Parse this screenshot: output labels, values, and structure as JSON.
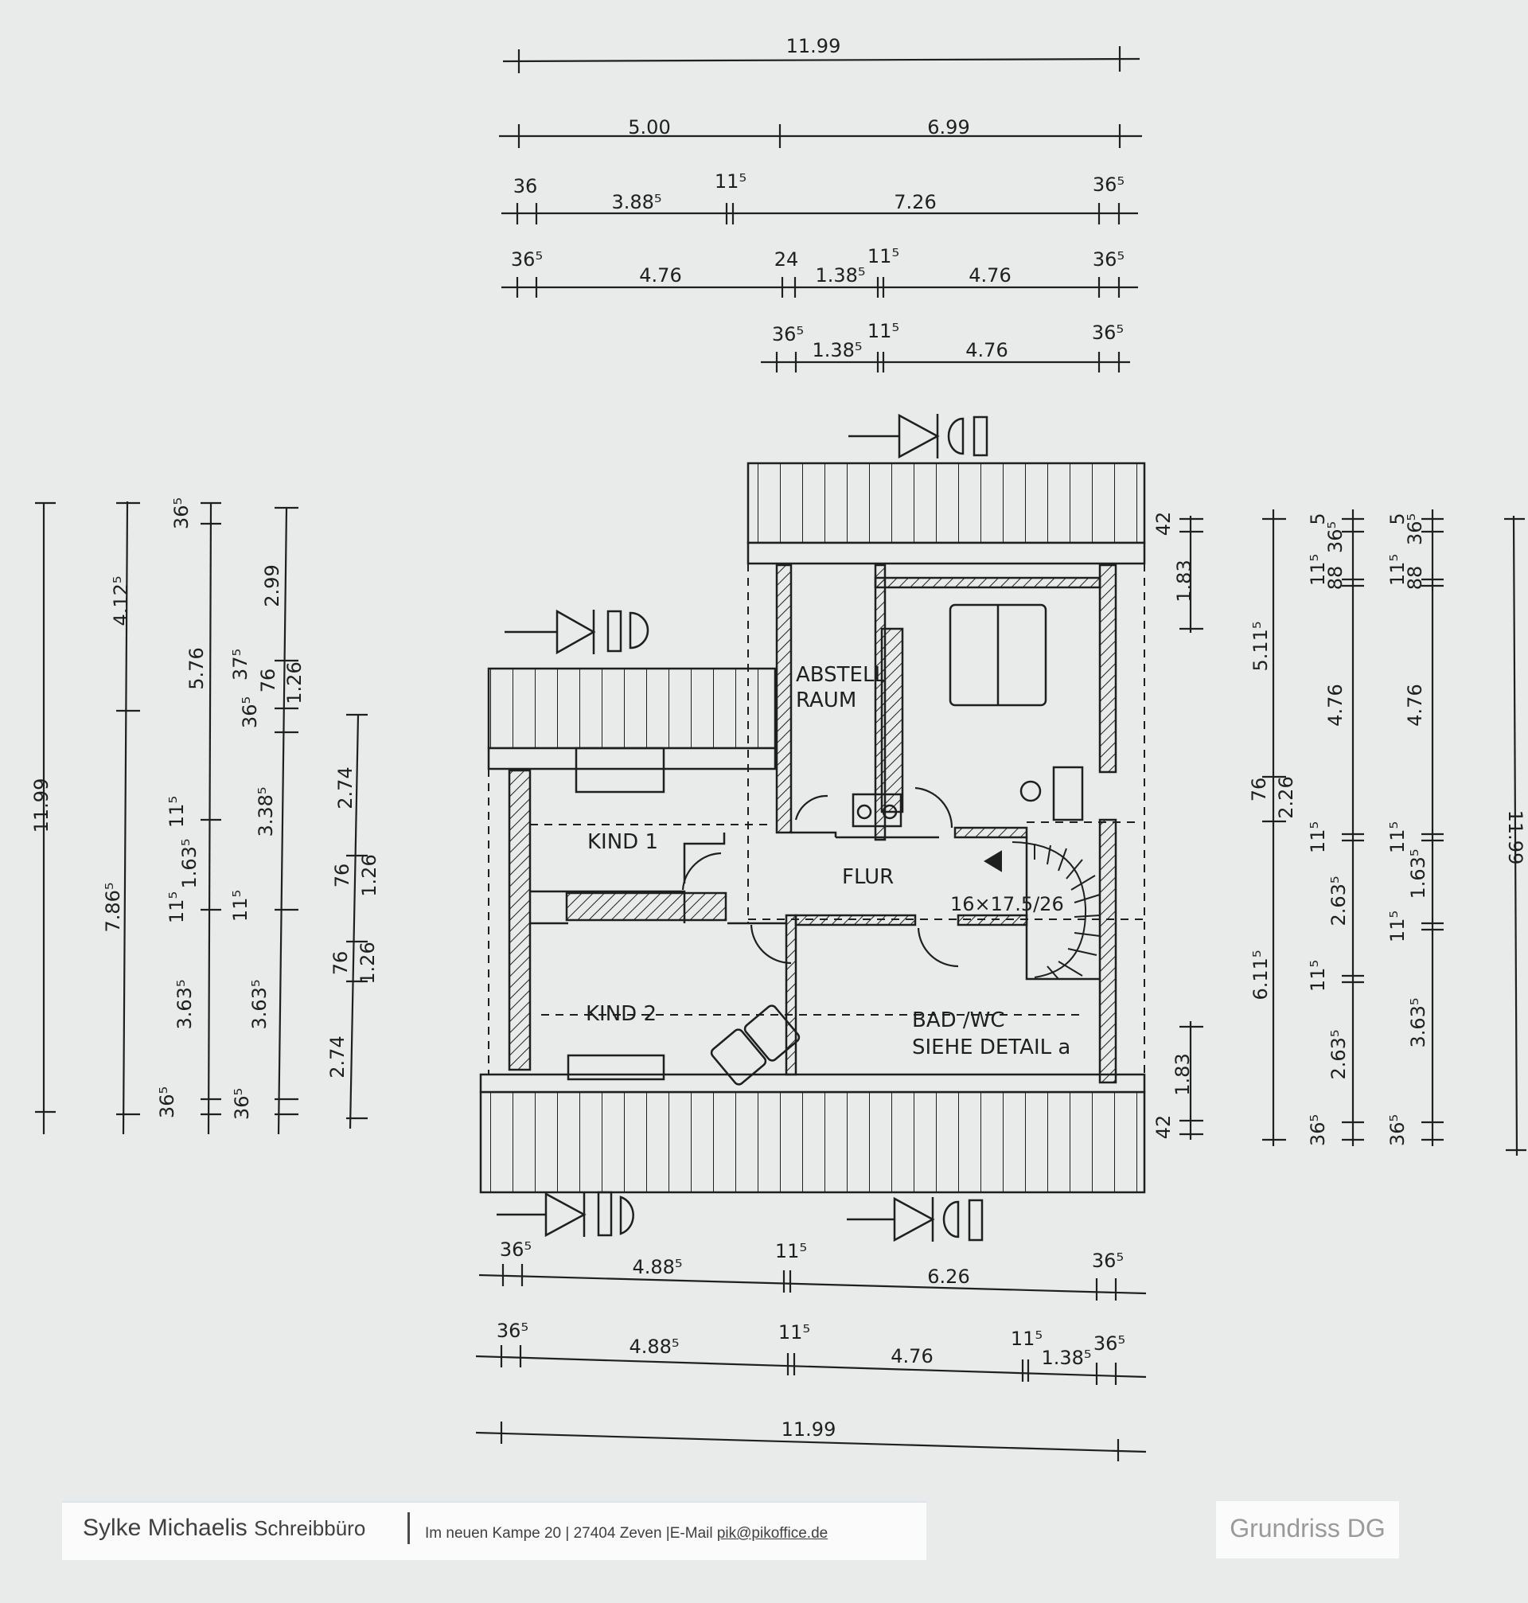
{
  "plan": {
    "rooms": {
      "abstellraum_line1": "ABSTELL",
      "abstellraum_line2": "RAUM",
      "kind1": "KIND 1",
      "flur": "FLUR",
      "stair": "16×17.5/26",
      "kind2": "KIND 2",
      "bad_line1": "BAD /WC",
      "bad_line2": "SIEHE DETAIL a"
    },
    "top_dims": {
      "row1": [
        "11.99"
      ],
      "row2": [
        "5.00",
        "6.99"
      ],
      "row3": [
        "36",
        "3.88⁵",
        "11⁵",
        "7.26",
        "36⁵"
      ],
      "row4": [
        "36⁵",
        "4.76",
        "24",
        "1.38⁵",
        "11⁵",
        "4.76",
        "36⁵"
      ],
      "row5": [
        "36⁵",
        "1.38⁵",
        "11⁵",
        "4.76",
        "36⁵"
      ]
    },
    "bottom_dims": {
      "row1": [
        "36⁵",
        "4.88⁵",
        "11⁵",
        "6.26",
        "36⁵"
      ],
      "row2": [
        "36⁵",
        "4.88⁵",
        "11⁵",
        "4.76",
        "11⁵",
        "1.38⁵",
        "36⁵"
      ],
      "row3": [
        "11.99"
      ]
    },
    "left_dims": {
      "col1": [
        "11.99"
      ],
      "col2": [
        "4.12⁵",
        "7.86⁵"
      ],
      "col3": [
        "36⁵",
        "5.76",
        "11⁵",
        "1.63⁵",
        "11⁵",
        "3.63⁵",
        "36⁵"
      ],
      "col4": [
        "2.99",
        "36⁵",
        "37⁵",
        "76",
        "1.26",
        "3.38⁵",
        "11⁵",
        "3.63⁵",
        "36⁵"
      ],
      "col5": [
        "2.74",
        "76",
        "1.26",
        "76",
        "1.26",
        "2.74"
      ]
    },
    "right_dims": {
      "col1": [
        "42",
        "1.83",
        "1.83",
        "42"
      ],
      "col2": [
        "5.11⁵",
        "76",
        "2.26",
        "6.11⁵"
      ],
      "col3": [
        "11⁵",
        "88",
        "5",
        "36⁵",
        "4.76",
        "11⁵",
        "2.63⁵",
        "11⁵",
        "2.63⁵",
        "36⁵"
      ],
      "col4": [
        "11⁵",
        "88",
        "5",
        "36⁵",
        "4.76",
        "11⁵",
        "1.63⁵",
        "11⁵",
        "3.63⁵",
        "36⁵"
      ],
      "col5": [
        "11.99"
      ]
    }
  },
  "footer": {
    "name": "Sylke Michaelis",
    "company": "Schreibbüro",
    "address": "Im neuen Kampe 20 | 27404 Zeven |E-Mail",
    "email": "pik@pikoffice.de"
  },
  "title": "Grundriss DG"
}
